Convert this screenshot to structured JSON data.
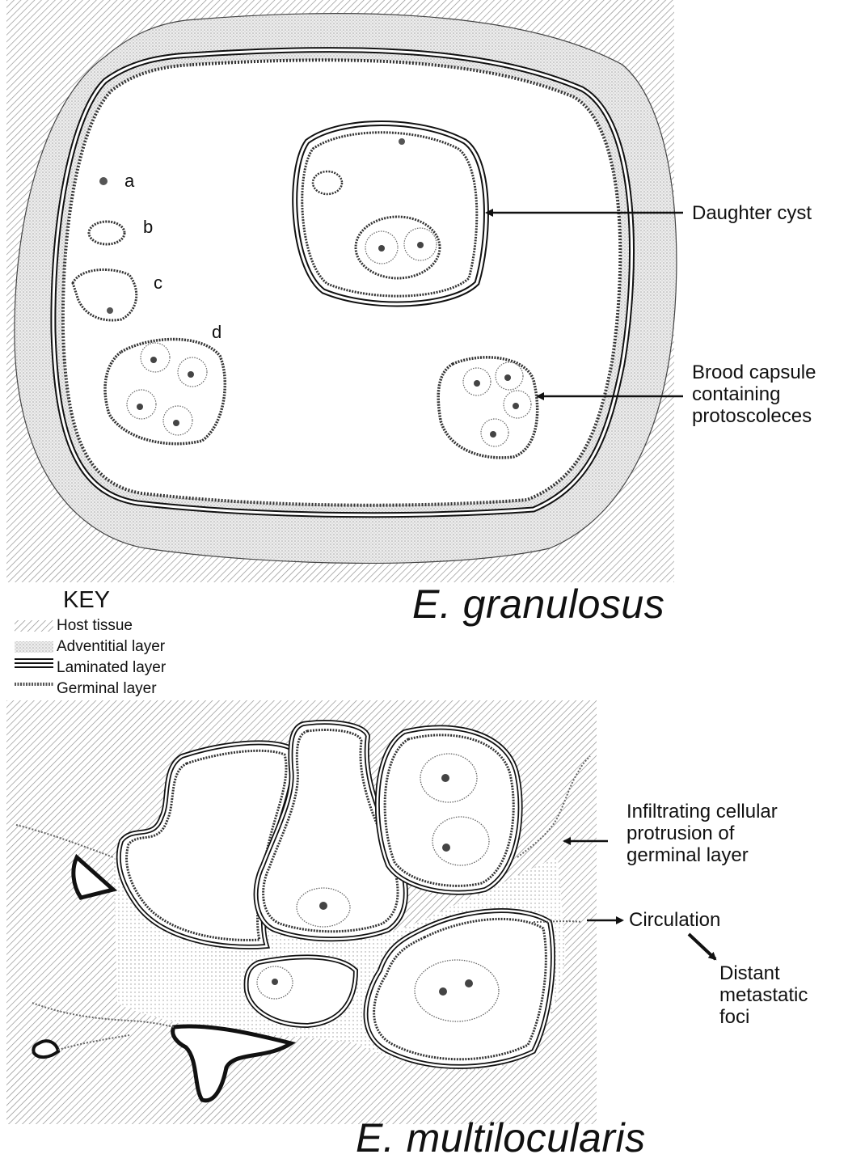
{
  "top_panel": {
    "labels": {
      "daughter_cyst": "Daughter cyst",
      "brood_capsule": "Brood capsule\ncontaining\nprotoscoleces"
    },
    "letters": [
      "a",
      "b",
      "c",
      "d"
    ],
    "species": "E. granulosus"
  },
  "key": {
    "title": "KEY",
    "items": [
      {
        "label": "Host tissue",
        "pattern": "hatch"
      },
      {
        "label": "Adventitial layer",
        "pattern": "dots"
      },
      {
        "label": "Laminated layer",
        "pattern": "lines"
      },
      {
        "label": "Germinal layer",
        "pattern": "beads"
      }
    ]
  },
  "bottom_panel": {
    "labels": {
      "infiltrating": "Infiltrating cellular\nprotrusion of\ngerminal layer",
      "circulation": "Circulation",
      "distant": "Distant\nmetastatic\nfoci"
    },
    "species": "E. multilocularis"
  },
  "colors": {
    "ink": "#111111",
    "hatch": "#8a8a8a",
    "stipple": "#bdbdbd",
    "background": "#ffffff"
  }
}
